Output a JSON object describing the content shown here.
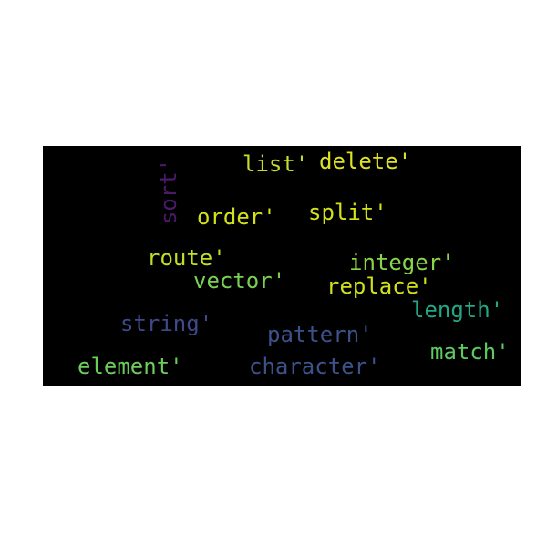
{
  "word_cloud": {
    "background": "#000000",
    "words": {
      "list": {
        "text": "list'",
        "color": "#c9dc2a"
      },
      "delete": {
        "text": "delete'",
        "color": "#dde323"
      },
      "sort": {
        "text": "sort'",
        "color": "#4a1a6b"
      },
      "order": {
        "text": "order'",
        "color": "#d2e11b"
      },
      "split": {
        "text": "split'",
        "color": "#d4e21a"
      },
      "route": {
        "text": "route'",
        "color": "#c2df23"
      },
      "integer": {
        "text": "integer'",
        "color": "#8ad547"
      },
      "vector": {
        "text": "vector'",
        "color": "#7ad151"
      },
      "replace": {
        "text": "replace'",
        "color": "#d0e11c"
      },
      "length": {
        "text": "length'",
        "color": "#22a884"
      },
      "string": {
        "text": "string'",
        "color": "#3e4a89"
      },
      "pattern": {
        "text": "pattern'",
        "color": "#3b528b"
      },
      "match": {
        "text": "match'",
        "color": "#5ec962"
      },
      "element": {
        "text": "element'",
        "color": "#6ccd5a"
      },
      "character": {
        "text": "character'",
        "color": "#3b528b"
      }
    }
  }
}
